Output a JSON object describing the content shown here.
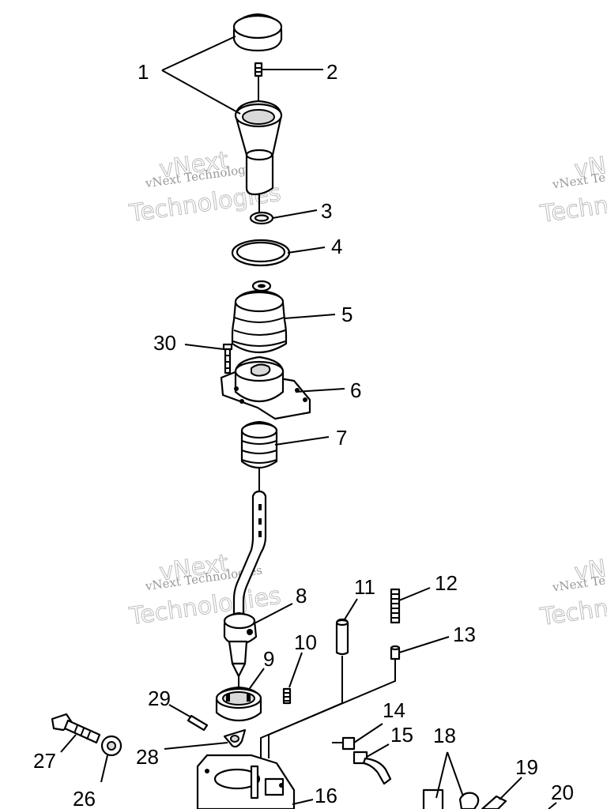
{
  "watermarks": [
    {
      "line1": "vNext Technologies",
      "big": "Technologies",
      "small": "vNext"
    },
    {
      "line1": "vNext Te",
      "big": "Techn",
      "small": "vNe"
    },
    {
      "line1": "vNext Technologies",
      "big": "Technologies",
      "small": "vNext"
    },
    {
      "line1": "vNext Te",
      "big": "Techn",
      "small": "vNe"
    }
  ],
  "callouts": {
    "c1": "1",
    "c2": "2",
    "c3": "3",
    "c4": "4",
    "c5": "5",
    "c6": "6",
    "c7": "7",
    "c8": "8",
    "c9": "9",
    "c10": "10",
    "c11": "11",
    "c12": "12",
    "c13": "13",
    "c14": "14",
    "c15": "15",
    "c16": "16",
    "c18": "18",
    "c19": "19",
    "c20": "20",
    "c26": "26",
    "c27": "27",
    "c28": "28",
    "c29": "29",
    "c30": "30"
  }
}
